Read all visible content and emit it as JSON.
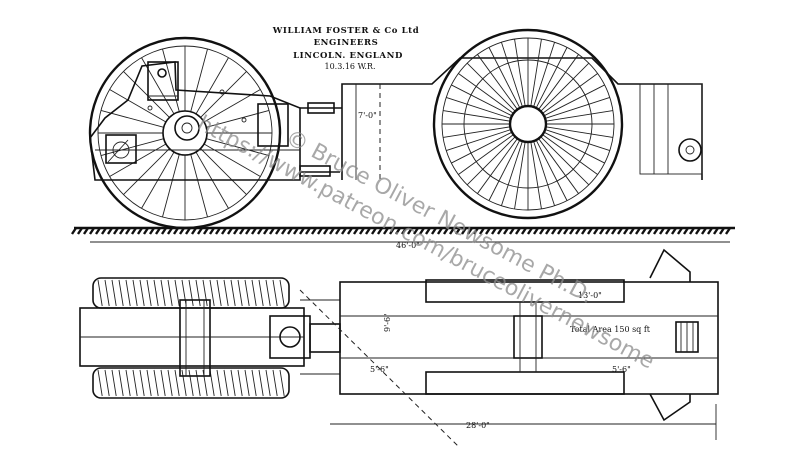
{
  "title_block": {
    "line1": "WILLIAM FOSTER & Co Ltd",
    "line2": "ENGINEERS",
    "line3": "LINCOLN. ENGLAND",
    "line4": "10.3.16 W.R."
  },
  "dimensions": {
    "elev_height": "7'-0\"",
    "elev_length": "46'-0\"",
    "plan_wheel_width": "13'-0\"",
    "plan_beam": "9'-6\"",
    "plan_left_offset": "5'-6\"",
    "plan_right_offset": "5'-6\"",
    "plan_length": "28'-0\"",
    "plan_area": "Total Area 150 sq ft"
  },
  "watermark": {
    "line1": "© Bruce Oliver Newsome Ph.D.",
    "line2": "https://www.patreon.com/bruceolivernewsome"
  }
}
